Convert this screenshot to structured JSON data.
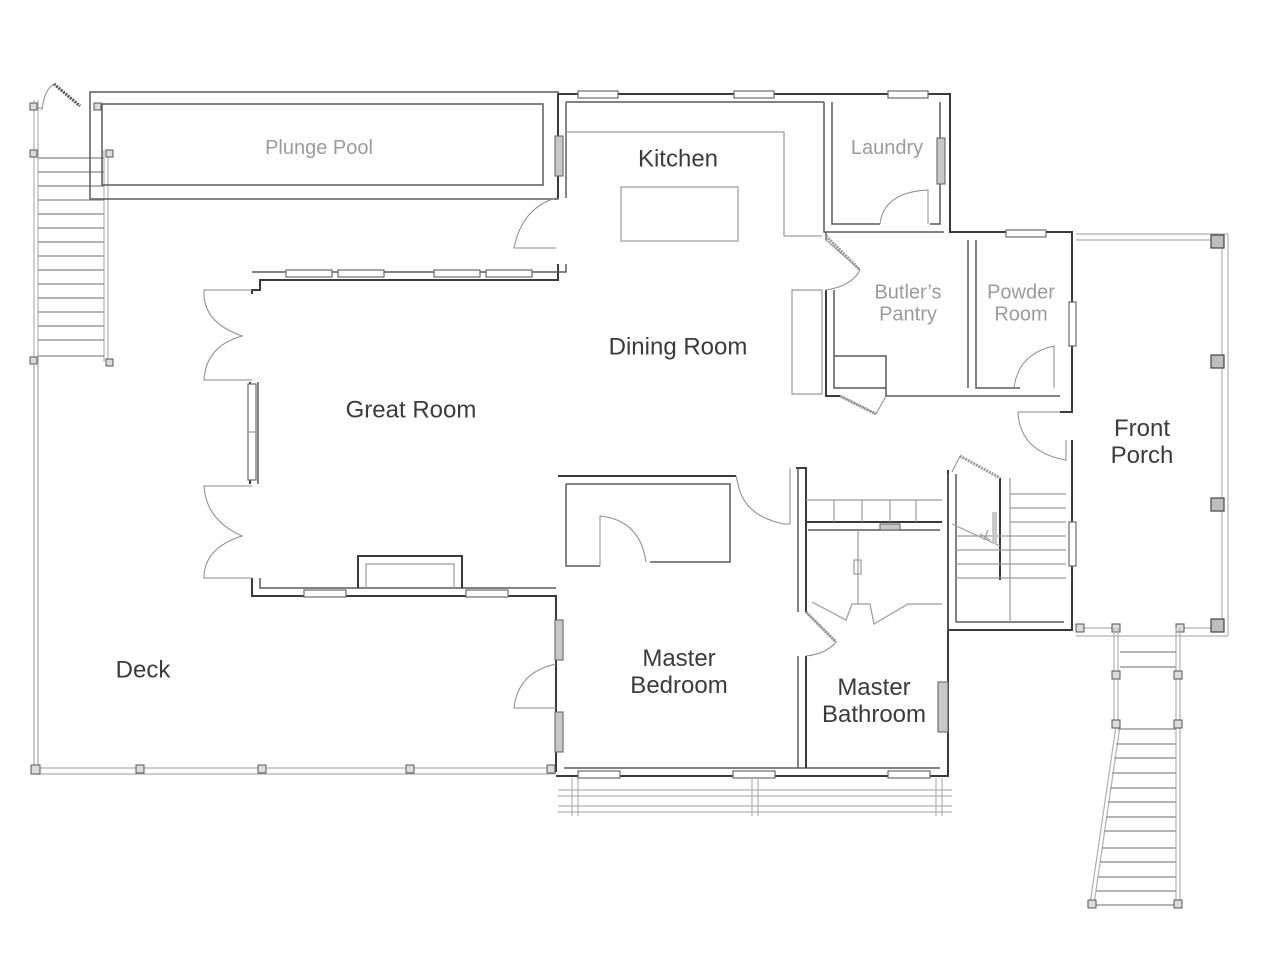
{
  "diagram": {
    "type": "floor-plan",
    "colors": {
      "walls": "#3a3a3a",
      "primary_label": "#3b3b3b",
      "secondary_label": "#9b9b9b",
      "background": "#ffffff"
    },
    "rooms": [
      {
        "id": "plunge-pool",
        "label": "Plunge Pool",
        "style": "light"
      },
      {
        "id": "kitchen",
        "label": "Kitchen",
        "style": "dark"
      },
      {
        "id": "laundry",
        "label": "Laundry",
        "style": "light"
      },
      {
        "id": "butlers-pantry",
        "label": "Butler's\nPantry",
        "line1": "Butler’s",
        "line2": "Pantry",
        "style": "light"
      },
      {
        "id": "powder-room",
        "label": "Powder\nRoom",
        "line1": "Powder",
        "line2": "Room",
        "style": "light"
      },
      {
        "id": "dining-room",
        "label": "Dining Room",
        "style": "dark"
      },
      {
        "id": "great-room",
        "label": "Great Room",
        "style": "dark"
      },
      {
        "id": "front-porch",
        "label": "Front\nPorch",
        "line1": "Front",
        "line2": "Porch",
        "style": "dark"
      },
      {
        "id": "deck",
        "label": "Deck",
        "style": "dark"
      },
      {
        "id": "master-bedroom",
        "label": "Master\nBedroom",
        "line1": "Master",
        "line2": "Bedroom",
        "style": "dark"
      },
      {
        "id": "master-bathroom",
        "label": "Master\nBathroom",
        "line1": "Master",
        "line2": "Bathroom",
        "style": "dark"
      }
    ]
  }
}
